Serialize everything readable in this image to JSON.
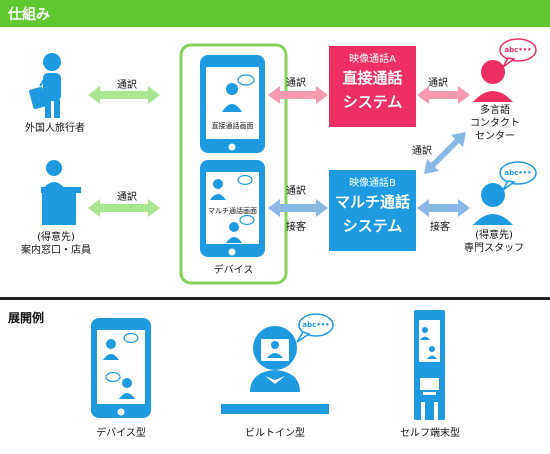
{
  "header": {
    "title": "仕組み"
  },
  "labels": {
    "tourist": "外国人旅行者",
    "interp_left_top": "通訳",
    "interp_left_bottom": "通訳",
    "counter_1": "(得意先)",
    "counter_2": "案内窓口・店員",
    "device_screen_top": "直接通話画面",
    "device_screen_bottom": "マルチ通話画面",
    "device_label": "デバイス",
    "interp_mid_top": "通訳",
    "interp_mid_bottom": "通訳",
    "reception_mid": "接客",
    "interp_right_top": "通訳",
    "interp_right_mid": "通訳",
    "reception_right": "接客",
    "center_1": "多言語",
    "center_2": "コンタクト",
    "center_3": "センター",
    "staff_1": "(得意先)",
    "staff_2": "専門スタッフ",
    "bubble": "abc•••"
  },
  "systems": {
    "a_sub": "映像通話A",
    "a_main_1": "直接通話",
    "a_main_2": "システム",
    "b_sub": "映像通話B",
    "b_main_1": "マルチ通話",
    "b_main_2": "システム"
  },
  "deploy": {
    "title": "展開例",
    "device": "デバイス型",
    "builtin": "ビルトイン型",
    "self": "セルフ端末型"
  },
  "colors": {
    "green": "#5ec82e",
    "blue": "#1e9be0",
    "pink": "#ee2f63",
    "arrow_green": "#a9e690",
    "arrow_blue": "#88b8e6"
  }
}
